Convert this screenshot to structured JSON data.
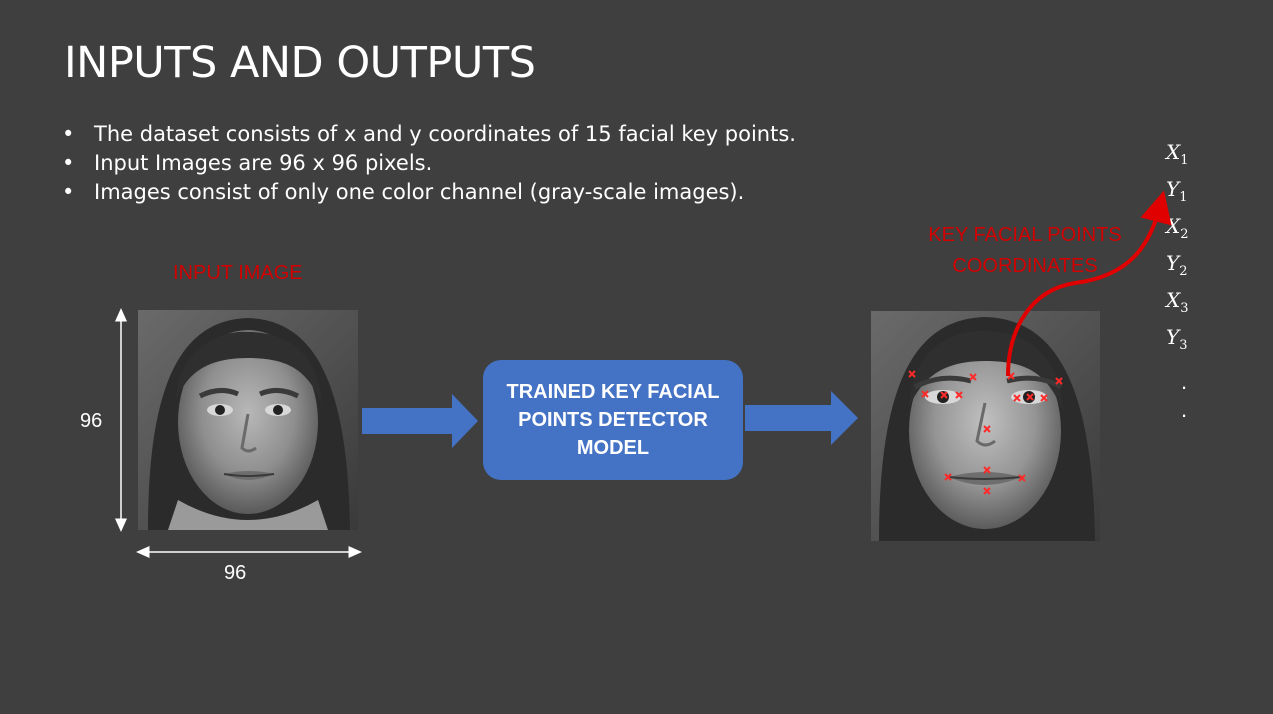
{
  "title": "INPUTS AND OUTPUTS",
  "bullets": [
    "The dataset consists of x and y coordinates of 15 facial key points.",
    "Input Images are 96 x 96 pixels.",
    "Images consist of only one color channel (gray-scale images)."
  ],
  "bullet_marker": "•",
  "input_label": "INPUT IMAGE",
  "dimensions": {
    "height": "96",
    "width": "96"
  },
  "model": {
    "lines": [
      "TRAINED KEY FACIAL",
      "POINTS DETECTOR",
      "MODEL"
    ]
  },
  "output_label": {
    "line1": "KEY FACIAL POINTS",
    "line2": "COORDINATES"
  },
  "coordinates": [
    {
      "var": "X",
      "idx": "1"
    },
    {
      "var": "Y",
      "idx": "1"
    },
    {
      "var": "X",
      "idx": "2"
    },
    {
      "var": "Y",
      "idx": "2"
    },
    {
      "var": "X",
      "idx": "3"
    },
    {
      "var": "Y",
      "idx": "3"
    }
  ],
  "ellipsis": [
    ".",
    "."
  ],
  "colors": {
    "background": "#3f3f3f",
    "accent_red": "#d00000",
    "box_blue": "#4472c4",
    "arrow_blue": "#4472c4",
    "marker_red": "#ff2a2a"
  }
}
